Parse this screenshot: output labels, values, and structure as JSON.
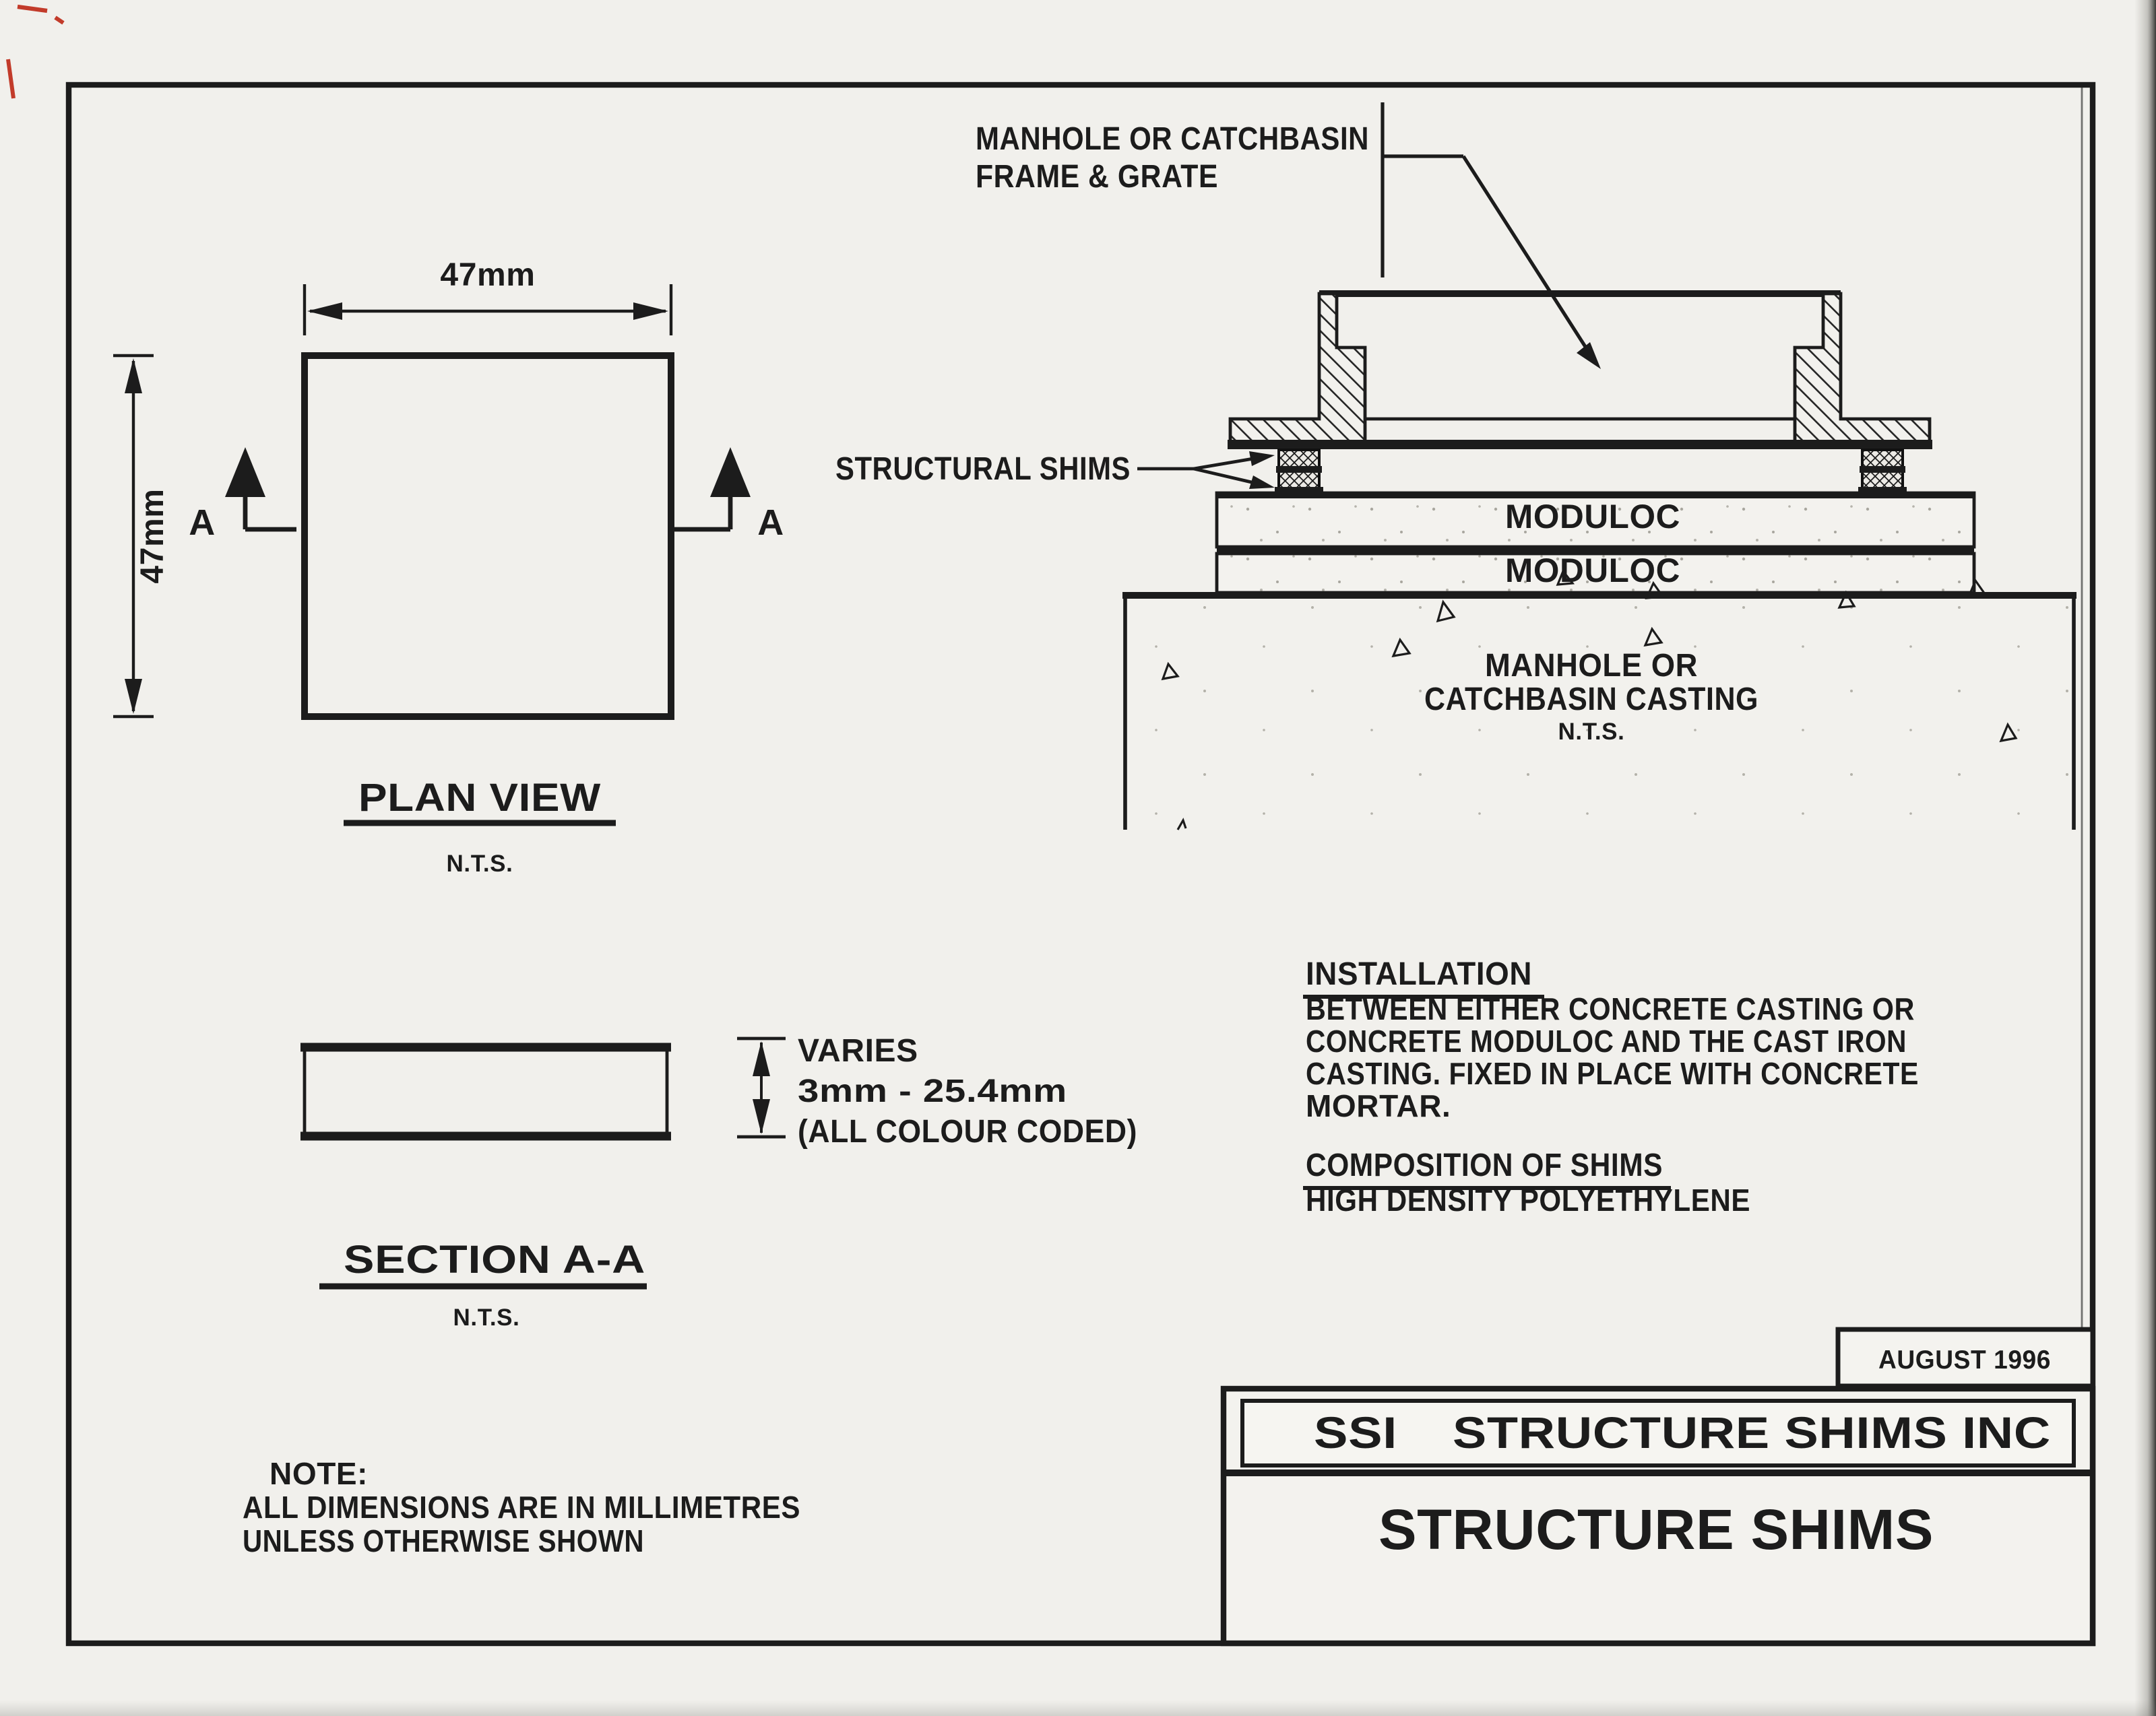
{
  "sheet": {
    "paper_color": "#f1f0ec",
    "line_color": "#1c1c1c",
    "red_mark_color": "#c23b2a"
  },
  "callouts": {
    "frame_grate_line1": "MANHOLE OR CATCHBASIN",
    "frame_grate_line2": "FRAME & GRATE",
    "structural_shims": "STRUCTURAL SHIMS"
  },
  "plan_view": {
    "width_dim": "47mm",
    "height_dim": "47mm",
    "section_letter_left": "A",
    "section_letter_right": "A",
    "title": "PLAN VIEW",
    "scale": "N.T.S."
  },
  "cross_section": {
    "moduloc_top": "MODULOC",
    "moduloc_bottom": "MODULOC",
    "casting_line1": "MANHOLE OR",
    "casting_line2": "CATCHBASIN CASTING",
    "casting_scale": "N.T.S."
  },
  "section_aa": {
    "dim_line1": "VARIES",
    "dim_line2": "3mm - 25.4mm",
    "dim_line3": "(ALL COLOUR CODED)",
    "title": "SECTION A-A",
    "scale": "N.T.S."
  },
  "installation": {
    "heading": "INSTALLATION",
    "lines": [
      "BETWEEN EITHER CONCRETE CASTING OR",
      "CONCRETE MODULOC AND THE CAST IRON",
      "CASTING. FIXED IN PLACE WITH CONCRETE",
      "MORTAR."
    ],
    "composition_heading": "COMPOSITION OF SHIMS",
    "composition_body": "HIGH DENSITY POLYETHYLENE"
  },
  "note": {
    "heading": "NOTE:",
    "lines": [
      "ALL DIMENSIONS ARE IN MILLIMETRES",
      "UNLESS OTHERWISE SHOWN"
    ]
  },
  "title_block": {
    "date": "AUGUST 1996",
    "company_prefix": "SSI",
    "company_name": "STRUCTURE SHIMS INC",
    "drawing_title": "STRUCTURE SHIMS"
  }
}
